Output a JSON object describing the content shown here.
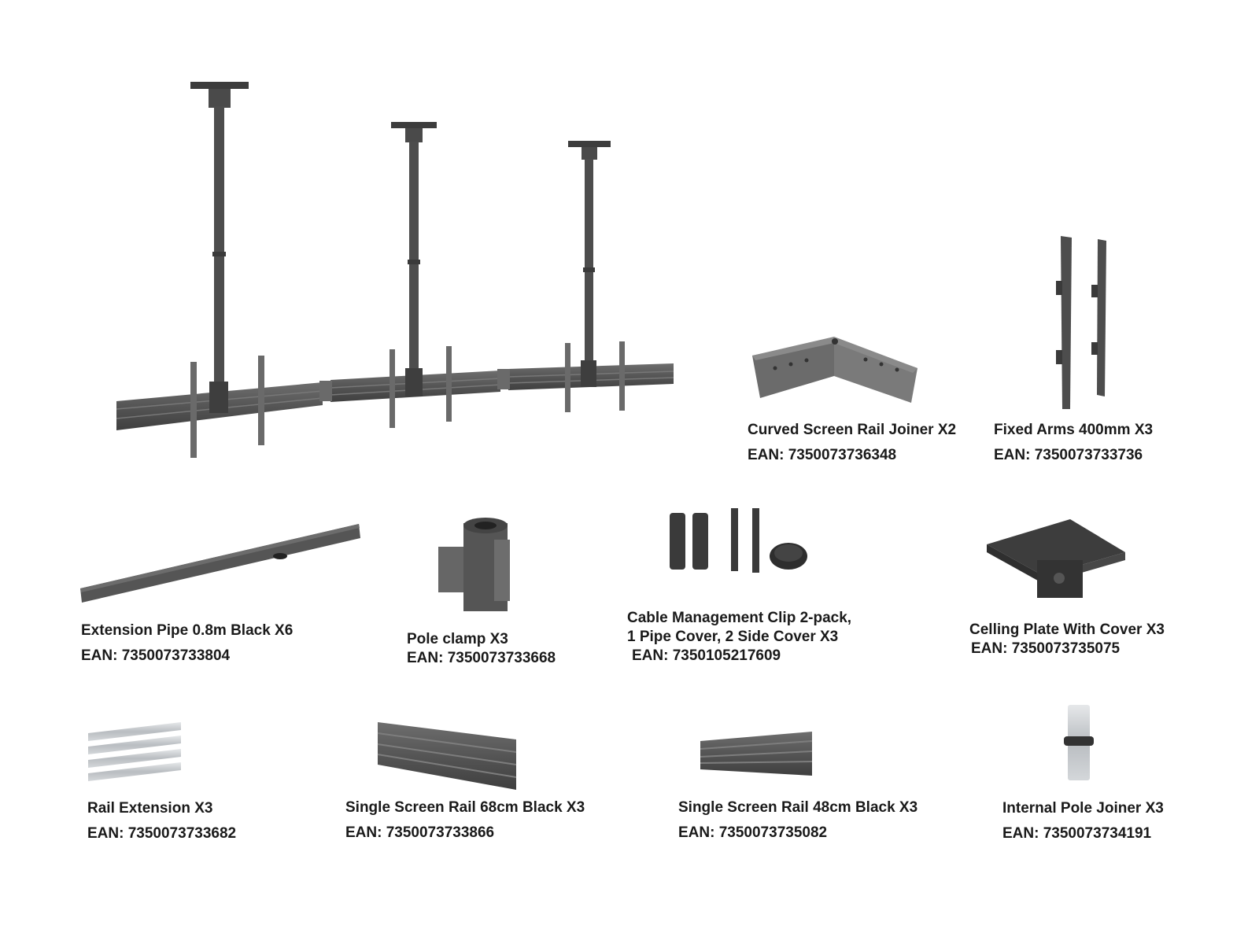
{
  "items": [
    {
      "name": "Curved Screen Rail Joiner X2",
      "ean": "EAN: 7350073736348"
    },
    {
      "name": "Fixed Arms 400mm X3",
      "ean": "EAN: 7350073733736"
    },
    {
      "name": "Extension Pipe 0.8m Black X6",
      "ean": "EAN: 7350073733804"
    },
    {
      "name": "Pole clamp X3",
      "ean": "EAN: 7350073733668"
    },
    {
      "name_line1": "Cable Management Clip 2-pack,",
      "name_line2": "1 Pipe Cover, 2 Side Cover X3",
      "ean": "EAN: 7350105217609"
    },
    {
      "name": "Celling Plate With Cover X3",
      "ean": "EAN: 7350073735075"
    },
    {
      "name": "Rail Extension X3",
      "ean": "EAN: 7350073733682"
    },
    {
      "name": "Single Screen Rail 68cm Black X3",
      "ean": "EAN: 7350073733866"
    },
    {
      "name": "Single Screen Rail 48cm Black X3",
      "ean": "EAN: 7350073735082"
    },
    {
      "name": "Internal Pole Joiner X3",
      "ean": "EAN: 7350073734191"
    }
  ],
  "colors": {
    "metal_dark": "#4a4a4a",
    "metal_mid": "#5c5c5c",
    "metal_light": "#7a7a7a",
    "steel_silver": "#c8ccd0",
    "text": "#1a1a1a"
  }
}
